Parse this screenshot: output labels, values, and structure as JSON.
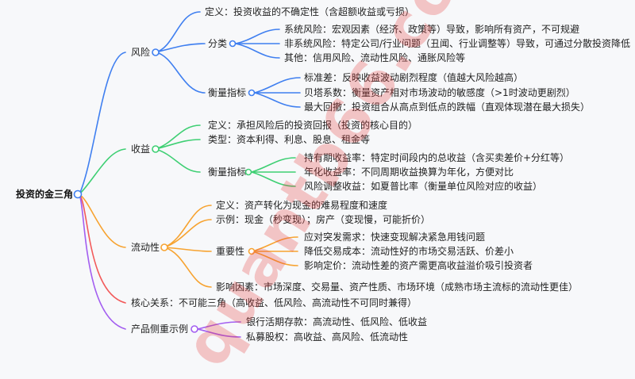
{
  "mindmap": {
    "root": "投资的金三角",
    "colors": {
      "risk": "#3f7ff0",
      "return": "#3ecf73",
      "liquidity": "#f7a330",
      "core": "#f25a5a",
      "products": "#a35ef0",
      "node_fill": "#ffffff",
      "text": "#222222",
      "background": "#f7f8fa"
    },
    "risk": {
      "label": "风险",
      "definition": "定义：投资收益的不确定性（含超额收益或亏损）",
      "classification": {
        "label": "分类",
        "items": [
          "系统风险：宏观因素（经济、政策等）导致，影响所有资产，不可规避",
          "非系统风险：特定公司/行业问题（丑闻、行业调整等）导致，可通过分散投资降低",
          "其他：信用风险、流动性风险、通胀风险等"
        ]
      },
      "metrics": {
        "label": "衡量指标",
        "items": [
          "标准差：反映收益波动剧烈程度（值越大风险越高）",
          "贝塔系数：衡量资产相对市场波动的敏感度（>1时波动更剧烈）",
          "最大回撤：投资组合从高点到低点的跌幅（直观体现潜在最大损失）"
        ]
      }
    },
    "return": {
      "label": "收益",
      "definition": "定义：承担风险后的投资回报（投资的核心目的）",
      "types": "类型：资本利得、利息、股息、租金等",
      "metrics": {
        "label": "衡量指标",
        "items": [
          "持有期收益率：特定时间段内的总收益（含买卖差价+分红等）",
          "年化收益率：不同周期收益换算为年化，方便对比",
          "风险调整收益：如夏普比率（衡量单位风险对应的收益）"
        ]
      }
    },
    "liquidity": {
      "label": "流动性",
      "definition": "定义：资产转化为现金的难易程度和速度",
      "examples": "示例：现金（秒变现）；房产（变现慢，可能折价）",
      "importance": {
        "label": "重要性",
        "items": [
          "应对突发需求：快速变现解决紧急用钱问题",
          "降低交易成本：流动性好的市场交易活跃、价差小",
          "影响定价：流动性差的资产需更高收益溢价吸引投资者"
        ]
      },
      "factors": "影响因素：市场深度、交易量、资产性质、市场环境（成熟市场主流标的流动性更佳）"
    },
    "core_relation": "核心关系：不可能三角（高收益、低风险、高流动性不可同时兼得）",
    "products": {
      "label": "产品侧重示例",
      "items": [
        "银行活期存款：高流动性、低风险、低收益",
        "私募股权：高收益、高风险、低流动性"
      ]
    },
    "watermark": "quantb66.com"
  }
}
